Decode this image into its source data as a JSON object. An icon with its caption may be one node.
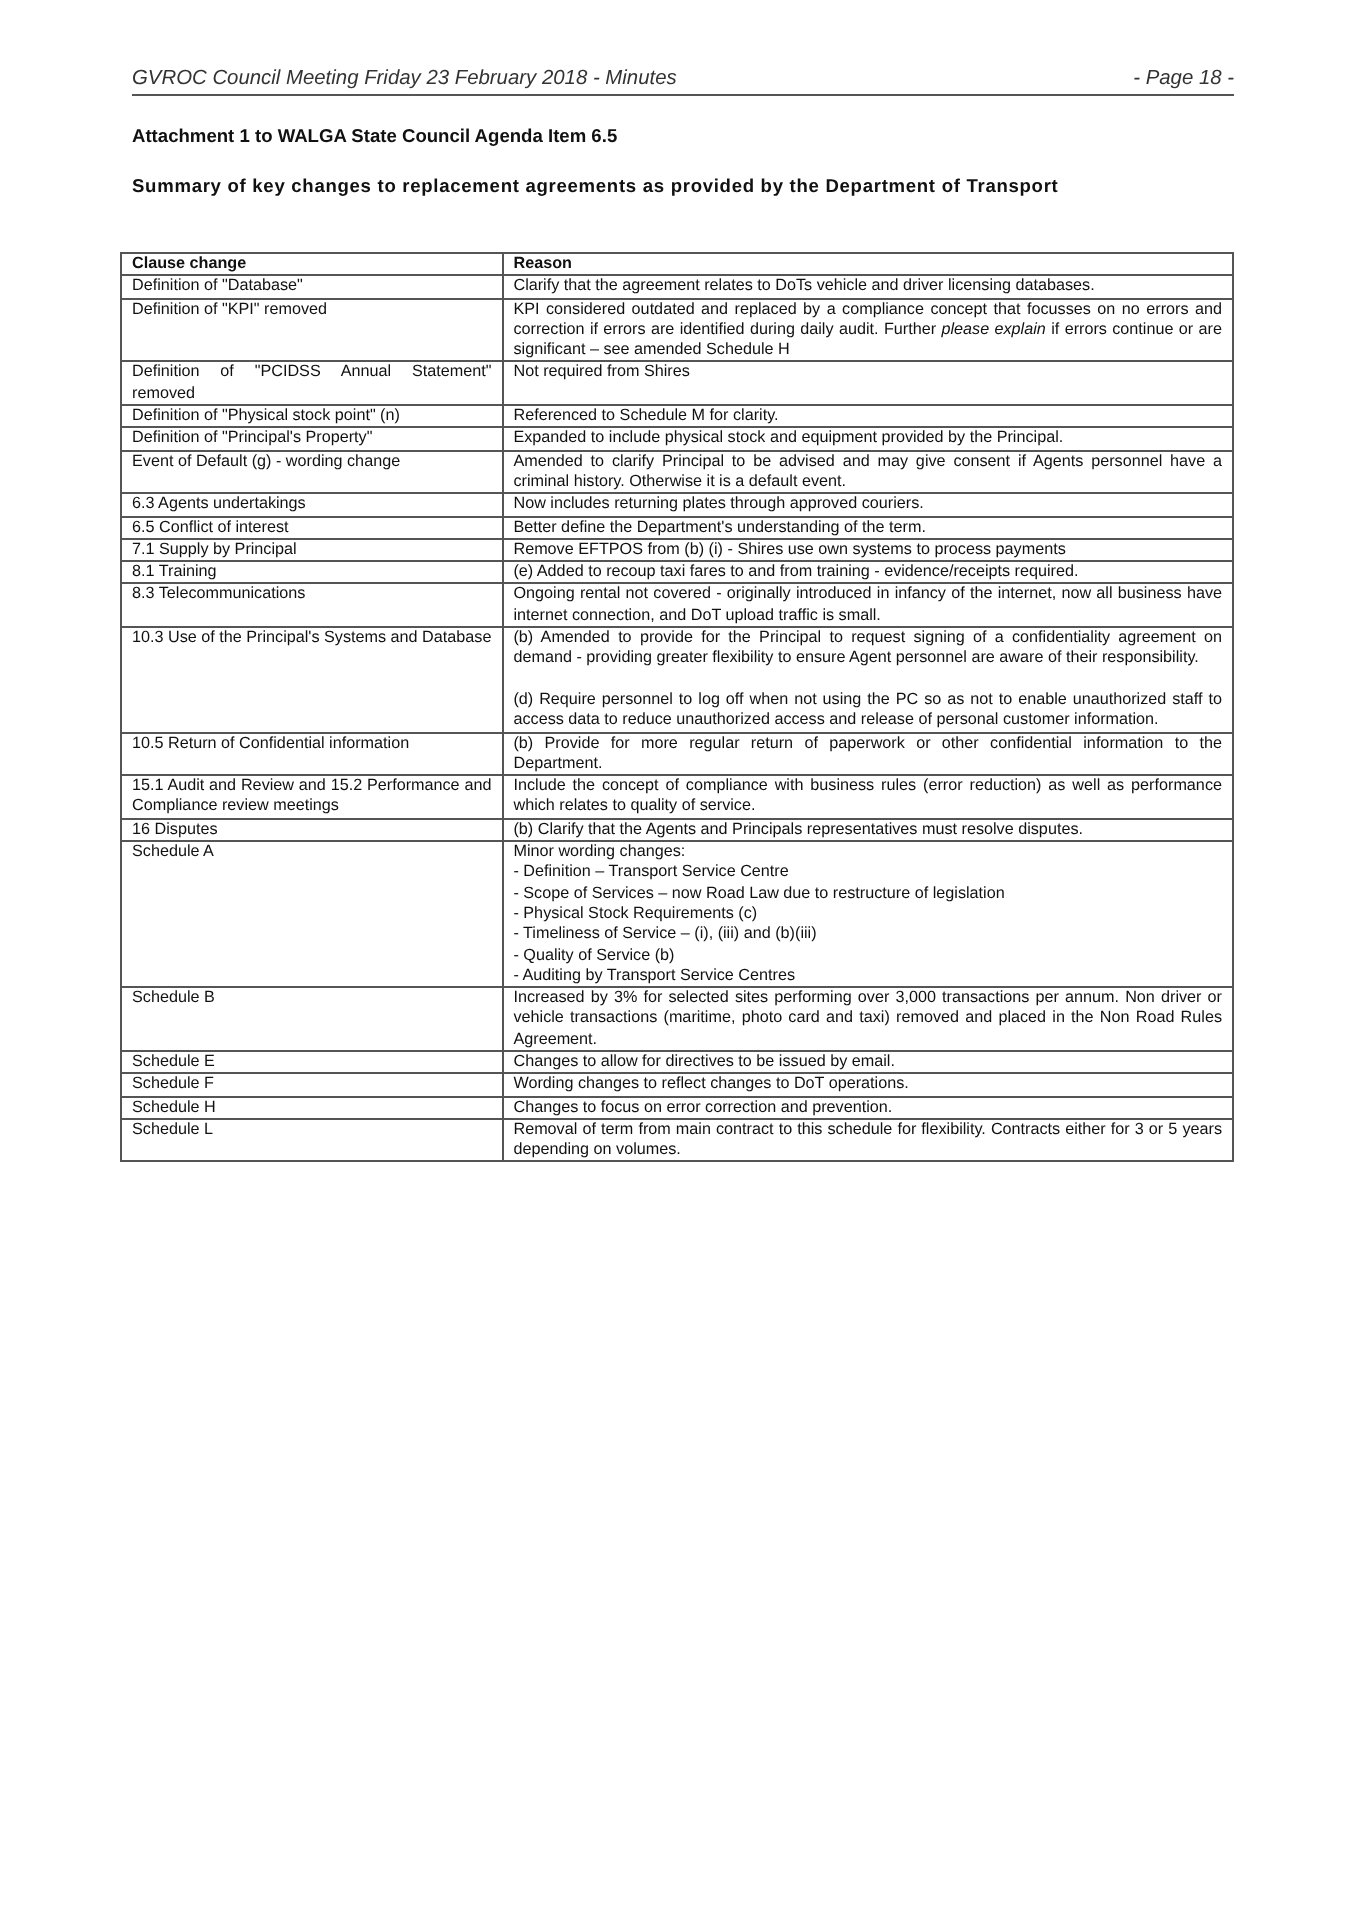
{
  "diagram": {
    "labels": [
      "GVROC Council Meeting Friday 23 February 2018 - Minutes",
      "- Page 18 -",
      "Attachment 1 to WALGA State Council Agenda Item 6.5",
      "Summary of key changes to replacement agreements as provided by the Department of Transport",
      "Clause change",
      "Reason",
      "Definition of \"Database\"",
      "Clarify that the agreement relates to DoTs vehicle and driver licensing databases.",
      "Definition of \"KPI\" removed",
      "KPI considered outdated and replaced by a compliance concept that focusses on no errors and correction if errors are identified during daily audit. Further *please explain* if errors continue or are significant – see amended Schedule H",
      "Definition of \"PCIDSS Annual Statement\" removed",
      "Not required from Shires",
      "Definition of \"Physical stock point\" (n)",
      "Referenced to Schedule M for clarity.",
      "Definition of \"Principal's Property\"",
      "Expanded to include physical stock and equipment provided by the Principal.",
      "Event of Default (g) - wording change",
      "Amended to clarify Principal to be advised and may give consent if Agents personnel have a criminal history. Otherwise it is a default event.",
      "6.3 Agents undertakings",
      "Now includes returning plates through approved couriers.",
      "6.5 Conflict of interest",
      "Better define the Department's understanding of the term.",
      "7.1 Supply by Principal",
      "Remove EFTPOS from (b) (i) - Shires use own systems to process payments",
      "8.1 Training",
      "(e) Added to recoup taxi fares to and from training - evidence/receipts required.",
      "8.3 Telecommunications",
      "Ongoing rental not covered - originally introduced in infancy of the internet, now all business have internet connection, and DoT upload traffic is small.",
      "10.3 Use of the Principal's Systems and Database",
      "(b) Amended to provide for the Principal to request signing of a confidentiality agreement on demand - providing greater flexibility to ensure Agent personnel are aware of their responsibility.",
      "(d) Require personnel to log off when not using the PC so as not to enable unauthorized staff to access data to reduce unauthorized access and release of personal customer information.",
      "10.5 Return of Confidential information",
      "(b) Provide for more regular return of paperwork or other confidential information to the Department.",
      "15.1 Audit and Review and 15.2 Performance and Compliance review meetings",
      "Include the concept of compliance with business rules (error reduction) as well as performance which relates to quality of service.",
      "16 Disputes",
      "(b) Clarify that the Agents and Principals representatives must resolve disputes.",
      "Schedule A",
      "Minor wording changes:",
      "- Definition – Transport Service Centre",
      "- Scope of Services – now Road Law due to restructure of legislation",
      "- Physical Stock Requirements (c)",
      "- Timeliness of Service – (i), (iii) and (b)(iii)",
      "- Quality of Service (b)",
      "- Auditing by Transport Service Centres",
      "Schedule B",
      "Increased by 3% for selected sites performing over 3,000 transactions per annum. Non driver or vehicle transactions (maritime, photo card and taxi) removed and placed in the Non Road Rules Agreement.",
      "Schedule E",
      "Changes to allow for directives to be issued by email.",
      "Schedule F",
      "Wording changes to reflect changes to DoT operations.",
      "Schedule H",
      "Changes to focus on error correction and prevention.",
      "Schedule L",
      "Removal of term from main contract to this schedule for flexibility. Contracts either for 3 or 5 years depending on volumes."
    ]
  }
}
